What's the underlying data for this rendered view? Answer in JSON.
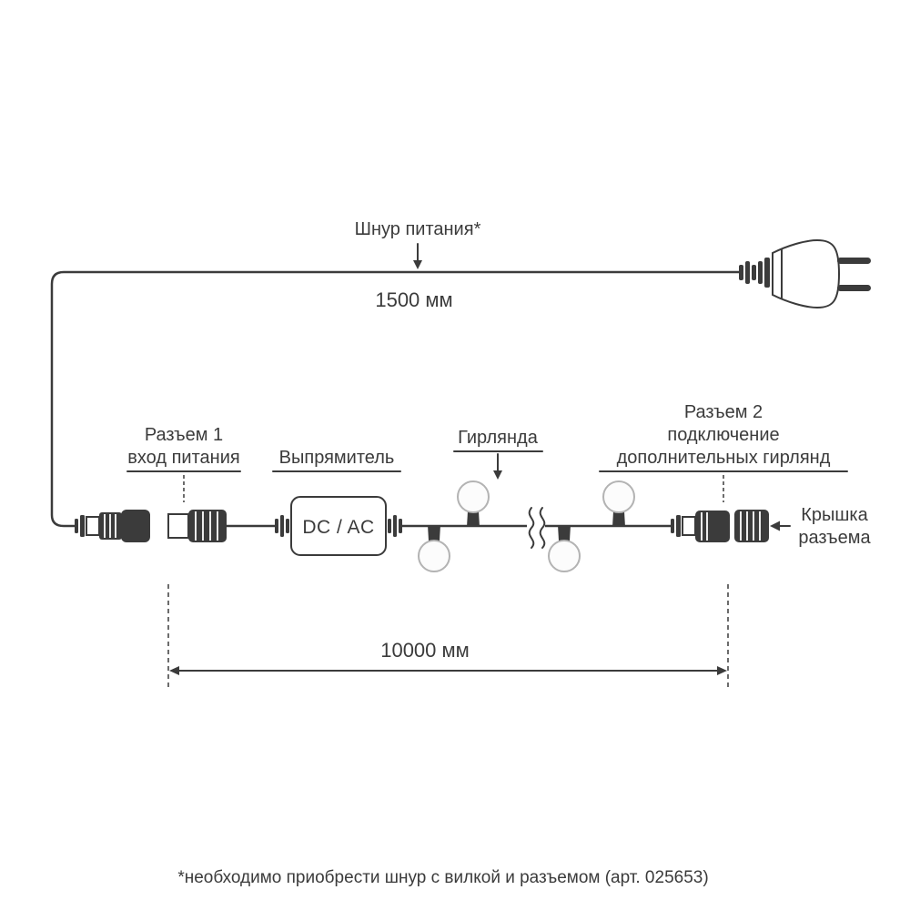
{
  "colors": {
    "ink": "#3b3b3b",
    "bulb_stroke": "#b3b3b3",
    "background": "#ffffff"
  },
  "diagram": {
    "power_cord_label": "Шнур питания*",
    "power_cord_length": "1500 мм",
    "connector1": {
      "line1": "Разъем 1",
      "line2": "вход питания"
    },
    "rectifier_label": "Выпрямитель",
    "rectifier_box_text": "DC / AC",
    "garland_label": "Гирлянда",
    "connector2": {
      "line1": "Разъем 2",
      "line2": "подключение",
      "line3": "дополнительных гирлянд"
    },
    "cap": {
      "line1": "Крышка",
      "line2": "разъема"
    },
    "garland_length": "10000 мм",
    "footnote": "*необходимо приобрести шнур с вилкой и разъемом (арт. 025653)"
  }
}
